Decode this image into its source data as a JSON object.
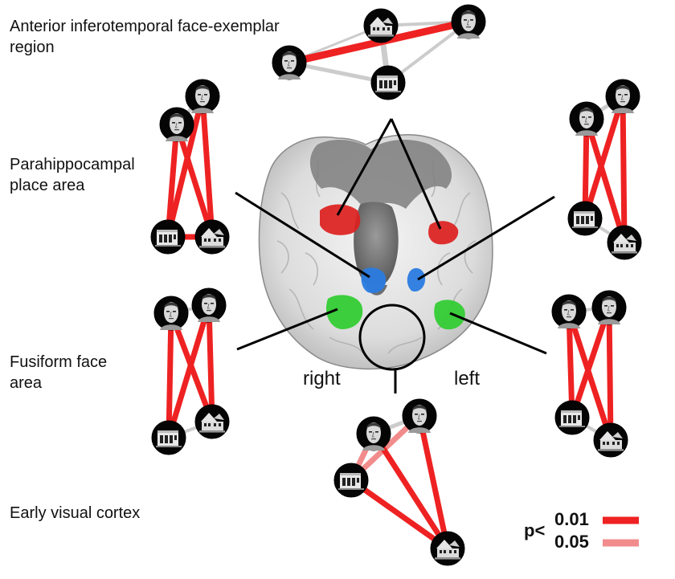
{
  "labels": {
    "aif_line1": "Anterior inferotemporal face-exemplar",
    "aif_line2": "region",
    "ppa_line1": "Parahippocampal",
    "ppa_line2": "place area",
    "ffa_line1": "Fusiform face",
    "ffa_line2": "area",
    "evc": "Early visual cortex"
  },
  "hemispheres": {
    "right": "right",
    "left": "left"
  },
  "legend": {
    "p_prefix": "p<",
    "items": [
      {
        "value": "0.01",
        "color": "#ee2222"
      },
      {
        "value": "0.05",
        "color": "#f28c8c"
      }
    ]
  },
  "colors": {
    "significant_strong": "#ee2222",
    "significant_weak": "#f28c8c",
    "nonsignificant": "#c8c8c8",
    "roi_aif": "#dd2020",
    "roi_ppa": "#2a7be0",
    "roi_ffa": "#33cc33"
  },
  "icons": [
    "face-1-icon",
    "face-2-icon",
    "house-1-icon",
    "house-2-icon"
  ]
}
